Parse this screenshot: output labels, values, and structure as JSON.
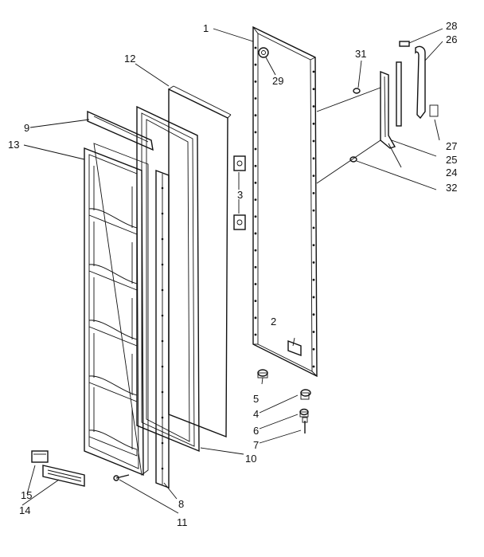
{
  "labels": {
    "l1": "1",
    "l2": "2",
    "l3": "3",
    "l4": "4",
    "l5": "5",
    "l6": "6",
    "l7": "7",
    "l8": "8",
    "l9": "9",
    "l10": "10",
    "l11": "11",
    "l12": "12",
    "l13": "13",
    "l14": "14",
    "l15": "15",
    "l24": "24",
    "l25": "25",
    "l26": "26",
    "l27": "27",
    "l28": "28",
    "l29": "29",
    "l31": "31",
    "l32": "32"
  },
  "colors": {
    "line": "#111111",
    "background": "#ffffff"
  }
}
